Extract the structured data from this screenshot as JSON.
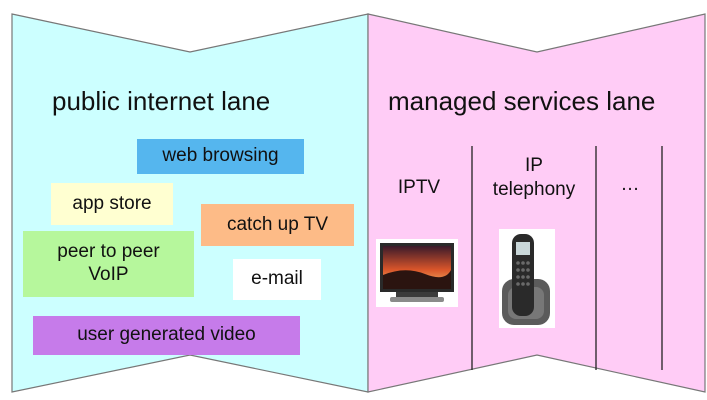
{
  "public_lane": {
    "title": "public internet lane",
    "color": "#ccffff",
    "services": [
      {
        "label": "web browsing",
        "color": "#55b6ee"
      },
      {
        "label": "app store",
        "color": "#ffffd1"
      },
      {
        "label": "catch up TV",
        "color": "#fdbb87"
      },
      {
        "label": "peer to peer VoIP",
        "color": "#b6f79c"
      },
      {
        "label": "e-mail",
        "color": "#ffffff"
      },
      {
        "label": "user generated video",
        "color": "#c67bea"
      }
    ]
  },
  "managed_lane": {
    "title": "managed services lane",
    "color": "#ffccf6",
    "channels": [
      {
        "label": "IPTV",
        "icon": "tv-icon"
      },
      {
        "label": "IP telephony",
        "icon": "cordless-phone-icon"
      },
      {
        "label": "…"
      },
      {
        "label": ""
      }
    ]
  }
}
